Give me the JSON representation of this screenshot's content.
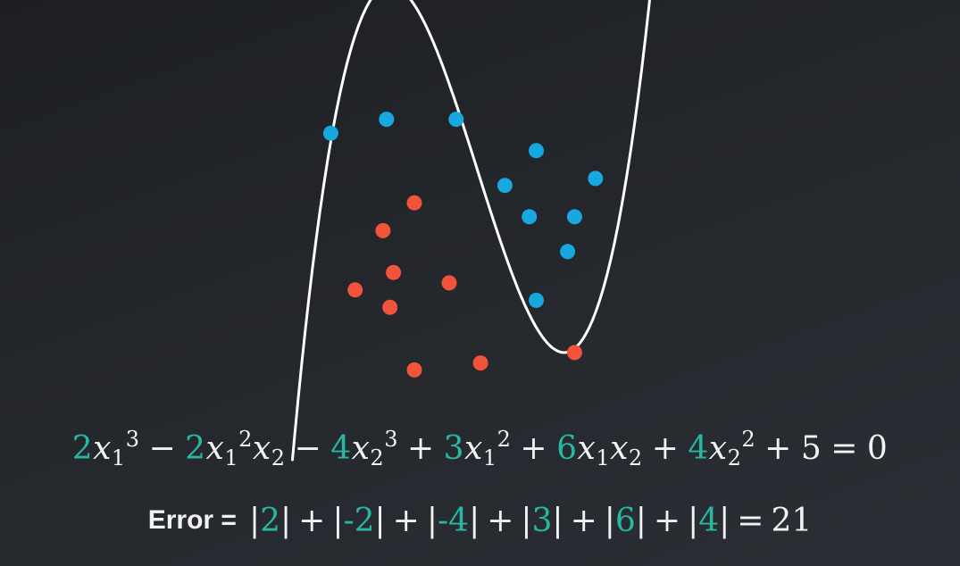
{
  "colors": {
    "class_blue": "#17a8df",
    "class_red": "#f2543b",
    "curve": "#ffffff",
    "coefficient": "#27b8a4",
    "text": "#f2f2f2"
  },
  "diagram": {
    "type": "scatter",
    "blue_points": [
      [
        -3.2,
        3.6
      ],
      [
        -2.4,
        3.8
      ],
      [
        -1.4,
        3.8
      ],
      [
        -0.25,
        3.35
      ],
      [
        0.6,
        2.95
      ],
      [
        -0.7,
        2.85
      ],
      [
        -0.35,
        2.4
      ],
      [
        0.3,
        2.4
      ],
      [
        0.2,
        1.9
      ],
      [
        -0.25,
        1.2
      ]
    ],
    "red_points": [
      [
        -2.0,
        2.6
      ],
      [
        -2.45,
        2.2
      ],
      [
        -2.3,
        1.6
      ],
      [
        -1.5,
        1.45
      ],
      [
        -2.85,
        1.35
      ],
      [
        -2.35,
        1.1
      ],
      [
        -2.0,
        0.2
      ],
      [
        -1.05,
        0.3
      ],
      [
        0.3,
        0.45
      ]
    ]
  },
  "equation": {
    "c1": "2",
    "v1": "x",
    "s1": "1",
    "p1": "3",
    "op1": "−",
    "c2": "2",
    "v2a": "x",
    "s2a": "1",
    "p2": "2",
    "v2b": "x",
    "s2b": "2",
    "op2": "−",
    "c3": "4",
    "v3": "x",
    "s3": "2",
    "p3": "3",
    "op3": "+",
    "c4": "3",
    "v4": "x",
    "s4": "1",
    "p4": "2",
    "op4": "+",
    "c5": "6",
    "v5a": "x",
    "s5a": "1",
    "v5b": "x",
    "s5b": "2",
    "op5": "+",
    "c6": "4",
    "v6": "x",
    "s6": "2",
    "p6": "2",
    "op6": "+",
    "const": "5",
    "eq": "=",
    "rhs": "0"
  },
  "error": {
    "label": "Error =",
    "bar": "|",
    "terms": [
      "2",
      "-2",
      "-4",
      "3",
      "6",
      "4"
    ],
    "plus": "+",
    "eq": "=",
    "result": "21"
  }
}
